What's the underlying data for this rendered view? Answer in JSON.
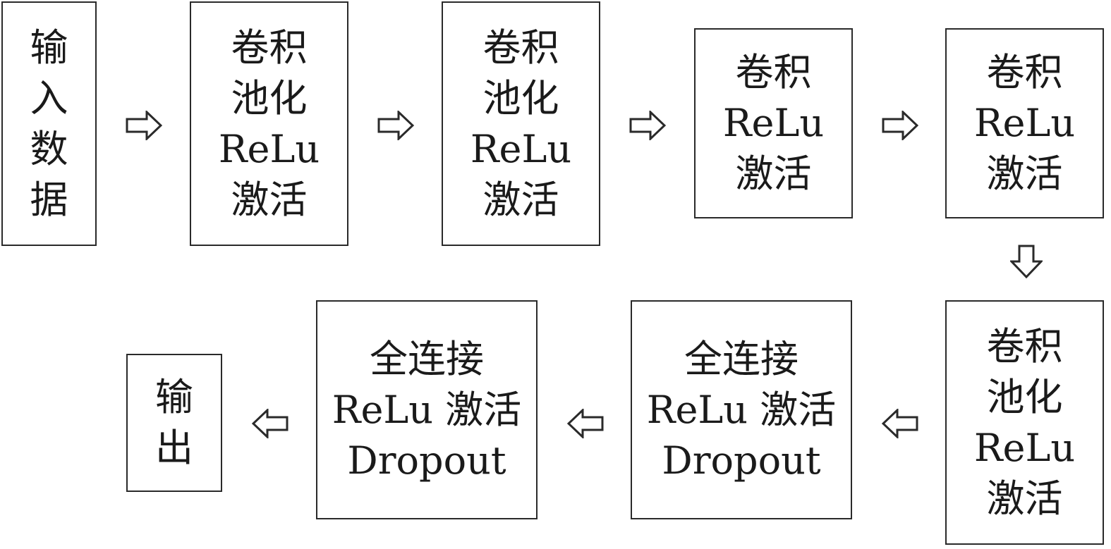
{
  "nodes": [
    {
      "id": "input",
      "lines": [
        "输",
        "入",
        "数",
        "据"
      ]
    },
    {
      "id": "conv1",
      "lines": [
        "卷积",
        "池化",
        "ReLu",
        "激活"
      ]
    },
    {
      "id": "conv2",
      "lines": [
        "卷积",
        "池化",
        "ReLu",
        "激活"
      ]
    },
    {
      "id": "conv3",
      "lines": [
        "卷积",
        "ReLu",
        "激活"
      ]
    },
    {
      "id": "conv4",
      "lines": [
        "卷积",
        "ReLu",
        "激活"
      ]
    },
    {
      "id": "conv5",
      "lines": [
        "卷积",
        "池化",
        "ReLu",
        "激活"
      ]
    },
    {
      "id": "fc1",
      "lines": [
        "全连接",
        "ReLu 激活",
        "Dropout"
      ]
    },
    {
      "id": "fc2",
      "lines": [
        "全连接",
        "ReLu 激活",
        "Dropout"
      ]
    },
    {
      "id": "output",
      "lines": [
        "输",
        "出"
      ]
    }
  ],
  "edges": [
    {
      "from": "input",
      "to": "conv1",
      "direction": "right"
    },
    {
      "from": "conv1",
      "to": "conv2",
      "direction": "right"
    },
    {
      "from": "conv2",
      "to": "conv3",
      "direction": "right"
    },
    {
      "from": "conv3",
      "to": "conv4",
      "direction": "right"
    },
    {
      "from": "conv4",
      "to": "conv5",
      "direction": "down"
    },
    {
      "from": "conv5",
      "to": "fc2",
      "direction": "left"
    },
    {
      "from": "fc2",
      "to": "fc1",
      "direction": "left"
    },
    {
      "from": "fc1",
      "to": "output",
      "direction": "left"
    }
  ],
  "colors": {
    "stroke": "#2a2a2a",
    "text": "#1a1a1a",
    "background": "#ffffff"
  }
}
